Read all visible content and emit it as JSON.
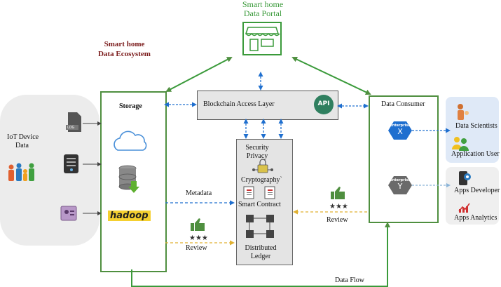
{
  "portal": {
    "title_line1": "Smart home",
    "title_line2": "Data Portal"
  },
  "ecosystem": {
    "title_line1": "Smart home",
    "title_line2": "Data Ecosystem"
  },
  "iot": {
    "title_line1": "IoT Device",
    "title_line2": "Data",
    "log_label": "LOG"
  },
  "storage": {
    "title": "Storage",
    "hadoop_label": "hadoop"
  },
  "blockchain": {
    "title": "Blockchain Access Layer",
    "api_label": "API"
  },
  "security": {
    "line1": "Security",
    "line2": "Privacy",
    "crypto": "Cryptography`",
    "contract": "Smart Contract",
    "ledger_line1": "Distributed",
    "ledger_line2": "Ledger"
  },
  "consumer": {
    "title": "Data Consumer",
    "enterprise_x": "Enterprise",
    "enterprise_x_letter": "X",
    "enterprise_y": "Enterprise",
    "enterprise_y_letter": "Y"
  },
  "users": {
    "scientists": "Data Scientists",
    "app_user": "Application User",
    "apps_dev": "Apps Developer",
    "apps_analytics": "Apps Analytics"
  },
  "edges": {
    "metadata": "Metadata",
    "review_left": "Review",
    "review_right": "Review",
    "data_flow": "Data Flow"
  },
  "colors": {
    "green": "#4f8f3f",
    "blue": "#1f6fcf",
    "yellow": "#e8c040",
    "ecosystem_title": "#7a1a1a"
  }
}
